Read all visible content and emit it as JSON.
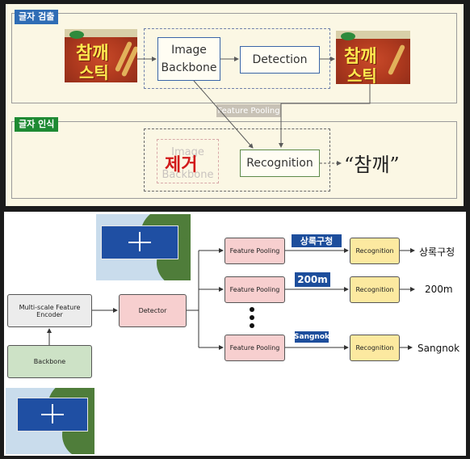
{
  "top": {
    "detection_tag": "글자 검출",
    "recognition_tag": "글자 인식",
    "image_backbone": [
      "Image",
      "Backbone"
    ],
    "detection": "Detection",
    "feature_pooling": "Feature Pooling",
    "removed_text": "제거",
    "removed_backbone": [
      "Image",
      "Backbone"
    ],
    "recognition": "Recognition",
    "output": "“참깨”",
    "snack_text": [
      "참깨",
      "스틱"
    ]
  },
  "bottom": {
    "backbone": "Backbone",
    "encoder": "Multi-scale Feature Encoder",
    "detector": "Detector",
    "rows": [
      {
        "pooling": "Feature Pooling",
        "label": "상록구청",
        "recognition": "Recognition",
        "output": "상록구청"
      },
      {
        "pooling": "Feature Pooling",
        "label": "200m",
        "recognition": "Recognition",
        "output": "200m"
      },
      {
        "pooling": "Feature Pooling",
        "label": "Sangnok",
        "recognition": "Recognition",
        "output": "Sangnok"
      }
    ]
  },
  "colors": {
    "tag_blue": "#2f6db5",
    "tag_green": "#1e8a33",
    "label_blue": "#1d4e9c"
  }
}
